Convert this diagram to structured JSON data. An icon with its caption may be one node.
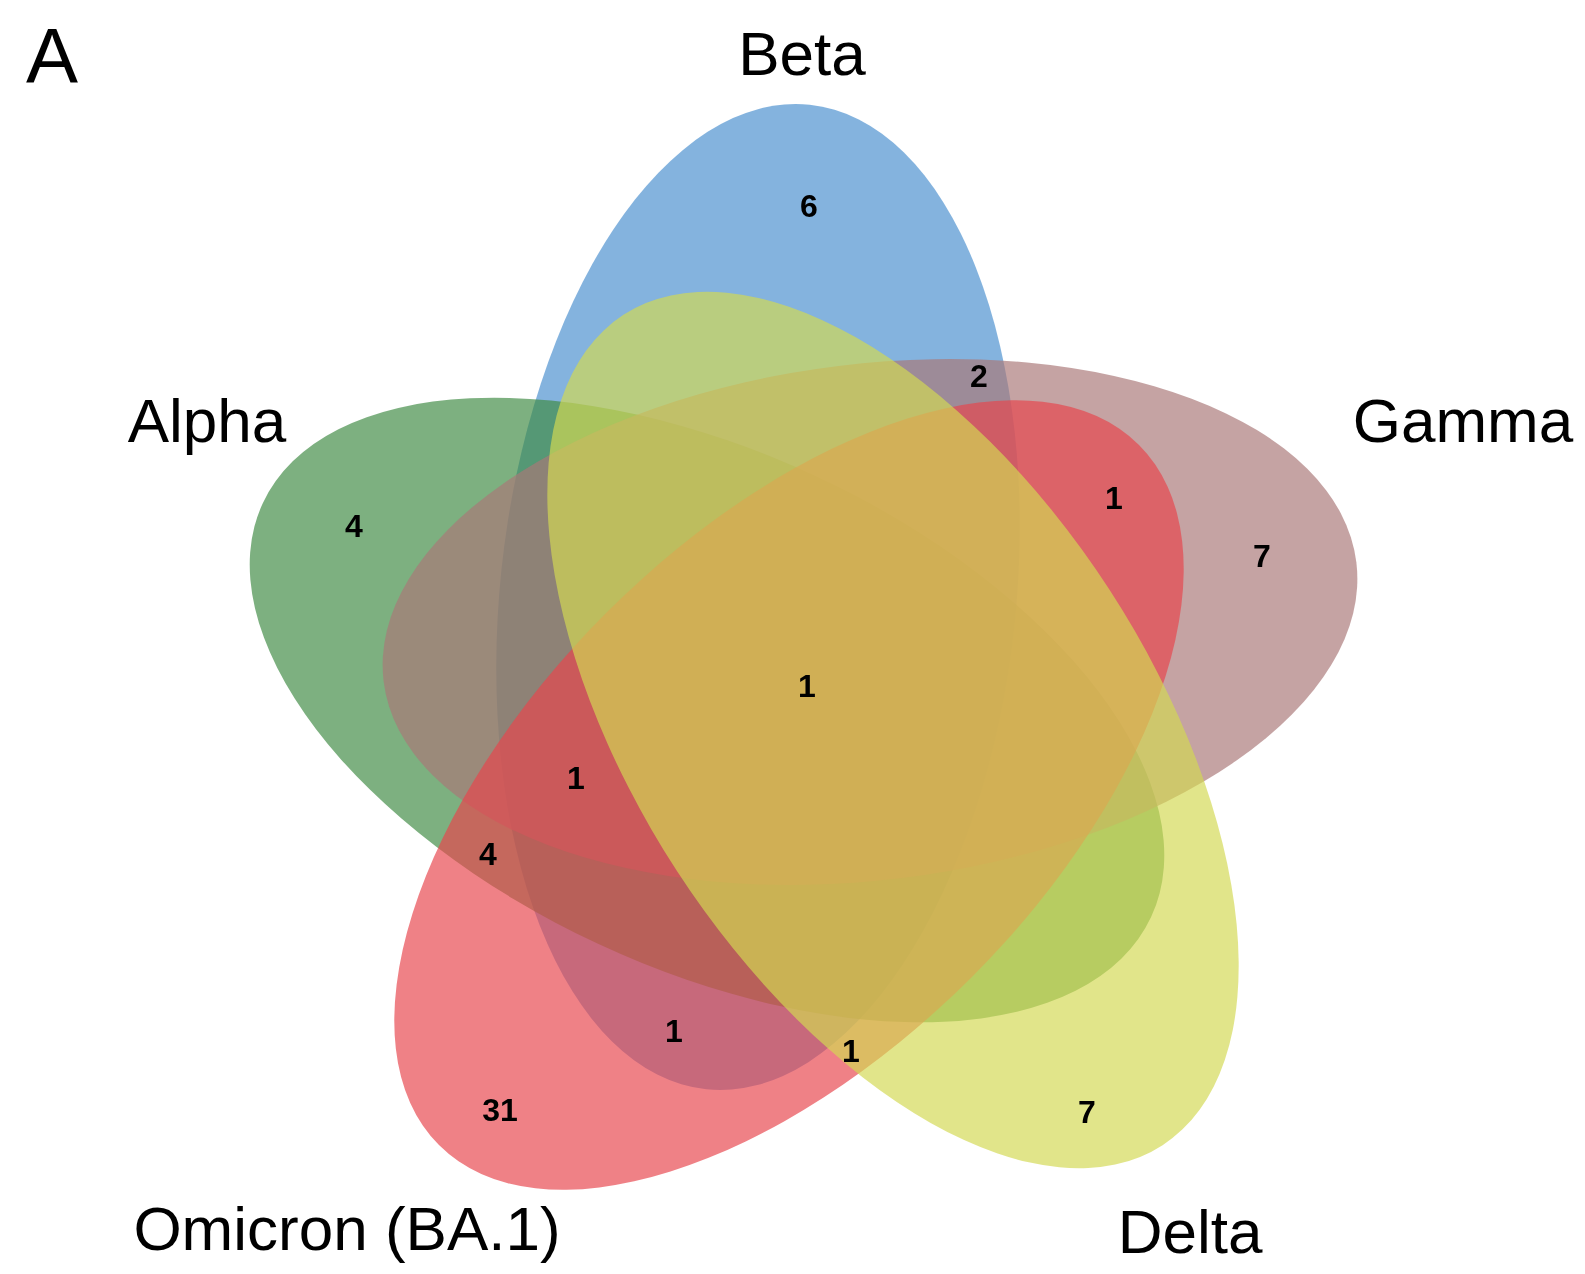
{
  "diagram": {
    "nodes": [
      {
        "text": [
          "Beta"
        ]
      },
      {
        "text": [
          "Alpha"
        ]
      },
      {
        "text": [
          "Gamma"
        ]
      },
      {
        "text": [
          "Omicron (BA.1)"
        ]
      },
      {
        "text": [
          "Delta"
        ]
      }
    ],
    "labels": [
      "A",
      "6",
      "2",
      "4",
      "1",
      "7",
      "1",
      "1",
      "4",
      "1",
      "1",
      "31",
      "7"
    ]
  }
}
